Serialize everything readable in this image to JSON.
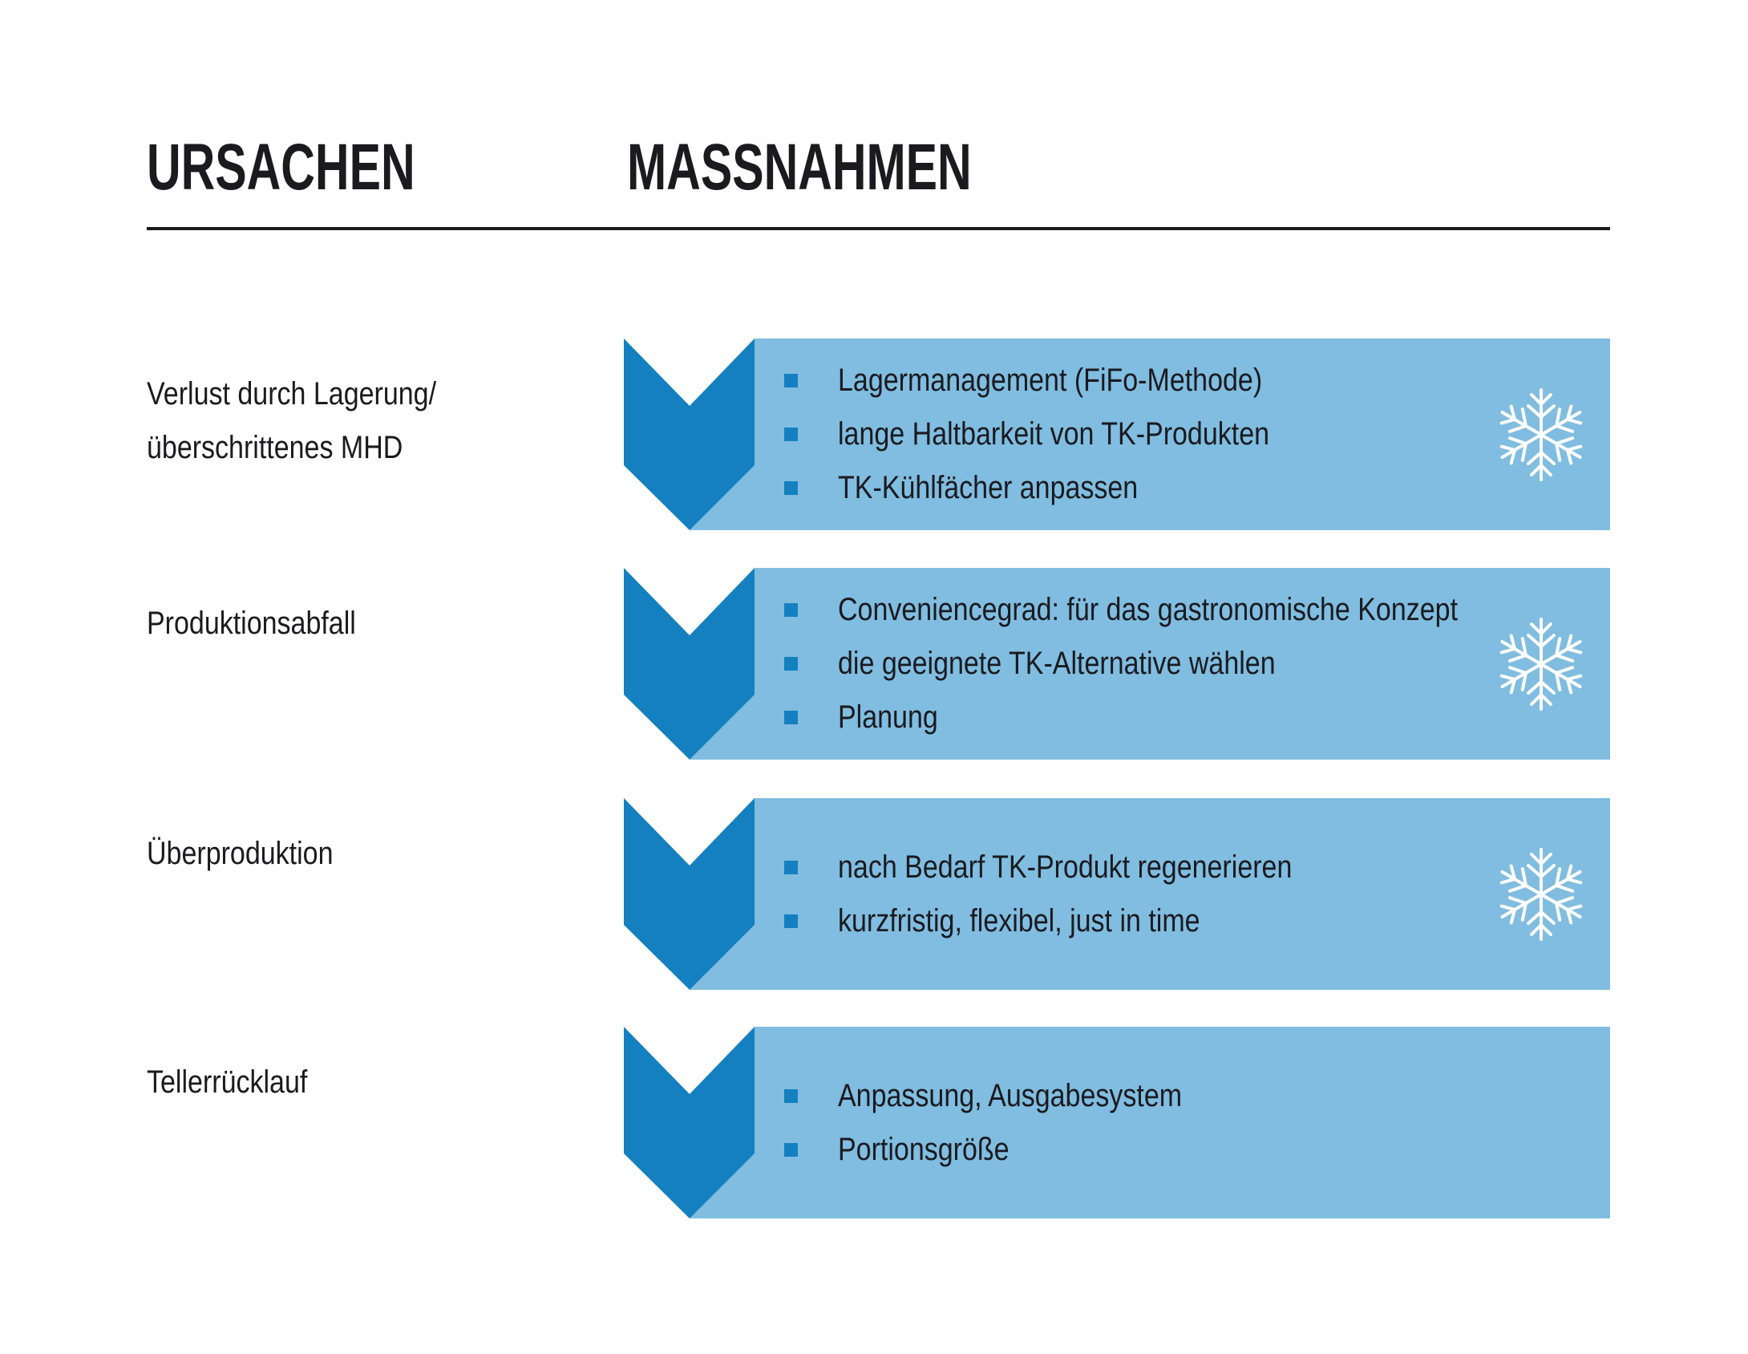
{
  "headers": {
    "causes": "URSACHEN",
    "measures": "MASSNAHMEN"
  },
  "colors": {
    "dark_blue": "#1480c0",
    "light_blue": "#80bde0",
    "text": "#1a1a1f"
  },
  "rows": [
    {
      "cause": [
        "Verlust durch Lagerung/",
        "überschrittenes MHD"
      ],
      "measures": [
        "Lagermanagement (FiFo-Methode)",
        "lange Haltbarkeit von TK-Produkten",
        "TK-Kühlfächer anpassen"
      ],
      "icon": "snowflake-icon"
    },
    {
      "cause": [
        "Produktionsabfall"
      ],
      "measures": [
        "Conveniencegrad: für das gastronomische Konzept",
        "die geeignete TK-Alternative wählen",
        "Planung"
      ],
      "icon": "snowflake-icon"
    },
    {
      "cause": [
        "Überproduktion"
      ],
      "measures": [
        "nach Bedarf TK-Produkt regenerieren",
        "kurzfristig, flexibel, just in time"
      ],
      "icon": "snowflake-icon"
    },
    {
      "cause": [
        "Tellerrücklauf"
      ],
      "measures": [
        "Anpassung, Ausgabesystem",
        "Portionsgröße"
      ],
      "icon": null
    }
  ]
}
